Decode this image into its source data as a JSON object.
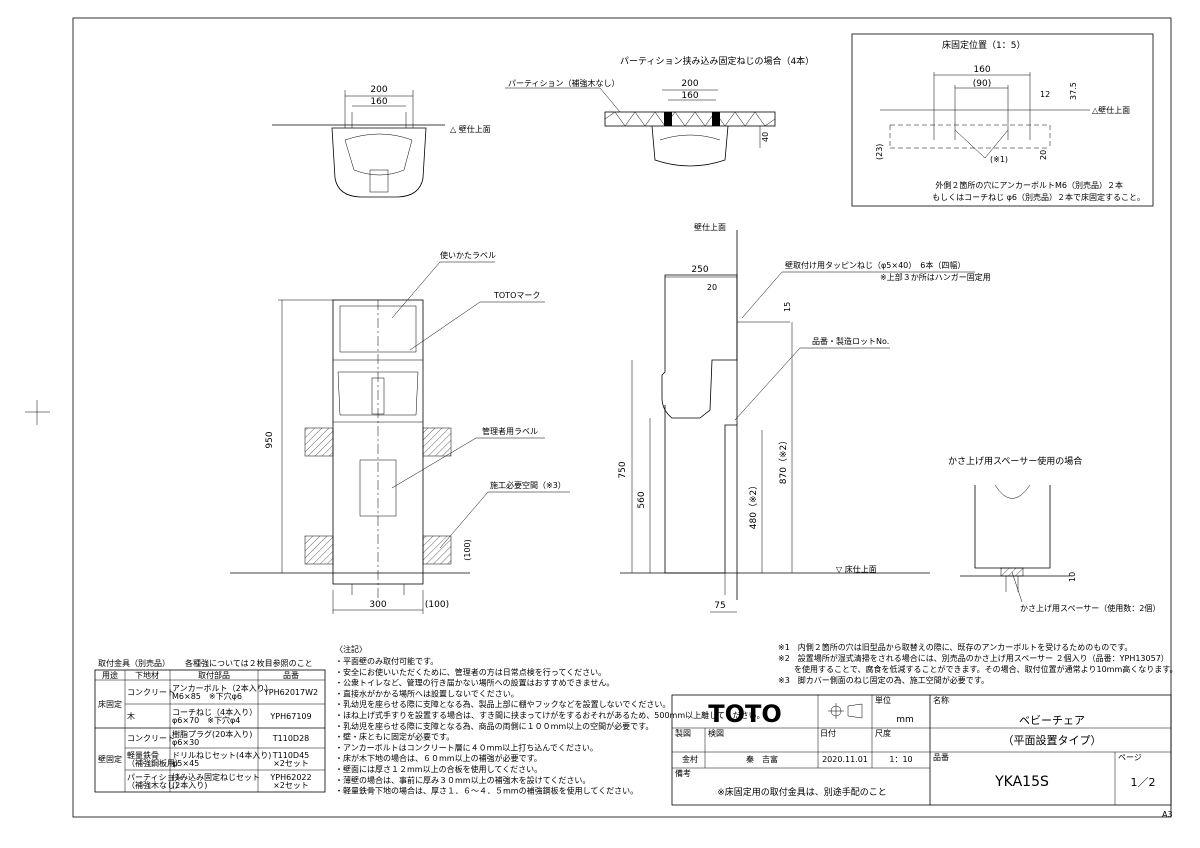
{
  "partition_view": {
    "title": "パーティション挟み込み固定ねじの場合（4本）",
    "partition_label": "パーティション（補強木なし）",
    "dim_outer": "200",
    "dim_inner": "160",
    "dim_side": "40"
  },
  "top_view": {
    "dim_outer": "200",
    "dim_inner": "160",
    "wall_label": "△ 壁仕上面"
  },
  "floor_detail": {
    "title": "床固定位置（1：5）",
    "dim_160": "160",
    "dim_90": "(90)",
    "dim_12": "12",
    "dim_37_5": "37.5",
    "dim_23": "(23)",
    "dim_20": "20",
    "note_mark": "(※1)",
    "wall_label": "△壁仕上面",
    "note_line1": "外側２箇所の穴にアンカーボルトM6（別売品）２本",
    "note_line2": "もしくはコーチねじ φ6（別売品）２本で床固定すること。"
  },
  "front_view": {
    "label_usage": "使いかたラベル",
    "label_toto_mark": "TOTOマーク",
    "label_admin": "管理者用ラベル",
    "label_reinforce": "施工必要空間（※3）",
    "dim_950": "950",
    "dim_300": "300",
    "dim_100_bottom": "(100)",
    "dim_100_side": "(100)"
  },
  "side_view": {
    "wall_label": "壁仕上面",
    "dim_250": "250",
    "dim_20": "20",
    "dim_15": "15",
    "screw_label": "壁取付け用タッピンねじ（φ5×40）　6本（四幅）",
    "screw_sub": "※上部３か所はハンガー固定用",
    "lot_label": "品番・製造ロットNo.",
    "dim_750": "750",
    "dim_560": "560",
    "dim_480": "480（※2）",
    "dim_870": "870（※2）",
    "dim_75": "75",
    "floor_label": "▽ 床仕上面"
  },
  "spacer_view": {
    "title": "かさ上げ用スペーサー使用の場合",
    "dim_10": "10",
    "spacer_label": "かさ上げ用スペーサー（使用数：2個）"
  },
  "parts_table": {
    "title": "取付金具（別売品）",
    "title_note": "各種強については２枚目参照のこと",
    "headers": [
      "用途",
      "下地材",
      "取付部品",
      "品番"
    ],
    "group_floor": "床固定",
    "group_wall": "壁固定",
    "rows": [
      {
        "base": "コンクリート",
        "part": "アンカーボルト（2本入り）\nM6×85　※下穴φ6",
        "code": "YPH62017W2"
      },
      {
        "base": "木",
        "part": "コーチねじ（4本入り）\nφ6×70　※下穴φ4",
        "code": "YPH67109"
      },
      {
        "base": "コンクリート",
        "part": "樹脂プラグ(20本入り)\nφ6×30",
        "code": "T110D28"
      },
      {
        "base": "軽量鉄骨\n（補強鋼板用）",
        "part": "ドリルねじセット(4本入り)\nφ5×45",
        "code": "T110D45\n×2セット"
      },
      {
        "base": "パーティション\n（補強木なし）",
        "part": "挟み込み固定ねじセット\n(2本入り)",
        "code": "YPH62022\n×2セット"
      }
    ]
  },
  "notes": {
    "head": "〈注記〉",
    "items": [
      "・平面壁のみ取付可能です。",
      "・安全にお使いいただくために、管理者の方は日常点検を行ってください。",
      "・公衆トイレなど、管理の行き届かない場所への設置はおすすめできません。",
      "・直接水がかかる場所へは設置しないでください。",
      "・乳幼児を座らせる際に支障となる為、製品上部に棚やフックなどを設置しないでください。",
      "・ほね上げ式手すりを設置する場合は、すき間に挟まってけがをするおそれがあるため、500mm以上離してください。",
      "・乳幼児を座らせる際に支障となる為、商品の両側に１００mm以上の空間が必要です。",
      "・壁・床ともに固定が必要です。",
      "・アンカーボルトはコンクリート層に４０mm以上打ち込んでください。",
      "・床が木下地の場合は、６０mm以上の補強が必要です。",
      "・壁面には厚さ１２mm以上の合板を使用してください。",
      "・薄壁の場合は、事前に厚み３０mm以上の補強木を設けてください。",
      "・軽量鉄骨下地の場合は、厚さ１．６〜４．５mmの補強鋼板を使用してください。"
    ]
  },
  "footnotes": [
    "※1　内側２箇所の穴は旧型品から取替えの際に、既存のアンカーボルトを受けるためのものです。",
    "※2　設置場所が湿式清掃をされる場合には、別売品のかさ上げ用スペーサー ２個入り（品番：YPH13057）",
    "　　を使用することで、腐食を低減することができます。その場合、取付位置が通常より10mm高くなります。",
    "※3　脚カバー側面のねじ固定の為、施工空間が必要です。"
  ],
  "title_block": {
    "brand": "TOTO",
    "unit_label": "単位",
    "unit_value": "mm",
    "name_label": "名称",
    "name_line1": "ベビーチェア",
    "name_line2": "（平面設置タイプ）",
    "drawn_label": "製図",
    "checked_label": "検図",
    "date_label": "日付",
    "scale_label": "尺度",
    "drawn_by": "金村",
    "checked_by": "秦　吉富",
    "date": "2020.11.01",
    "scale": "1：10",
    "code_label": "品番",
    "code": "YKA15S",
    "page_label": "ページ",
    "page": "1／2",
    "remarks_label": "備考",
    "remarks": "※床固定用の取付金具は、別途手配のこと"
  },
  "sheet_size": "A3"
}
